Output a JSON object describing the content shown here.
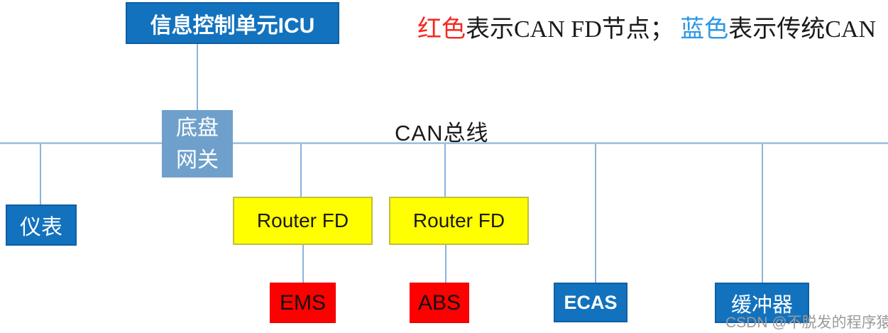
{
  "legend": {
    "red_label": "红色",
    "red_text": "表示CAN FD节点； ",
    "blue_label": "蓝色",
    "blue_text": "表示传统CAN"
  },
  "bus": {
    "label": "CAN总线"
  },
  "nodes": {
    "icu": "信息控制单元ICU",
    "gateway_line1": "底盘",
    "gateway_line2": "网关",
    "instrument": "仪表",
    "router_fd_1": "Router FD",
    "router_fd_2": "Router FD",
    "ems": "EMS",
    "abs": "ABS",
    "ecas": "ECAS",
    "buffer": "缓冲器"
  },
  "watermark": "CSDN @不脱发的程序猿",
  "colors": {
    "can_fd_node_fill": "#FE0000",
    "traditional_can_node_fill": "#1272BE",
    "gateway_fill": "#6FA0CC",
    "router_fill": "#FFFF00",
    "connector_line": "#8AB4DC",
    "bus_line": "#9CC2E5",
    "legend_red_text": "#F5281E",
    "legend_blue_text": "#2E96E4"
  }
}
